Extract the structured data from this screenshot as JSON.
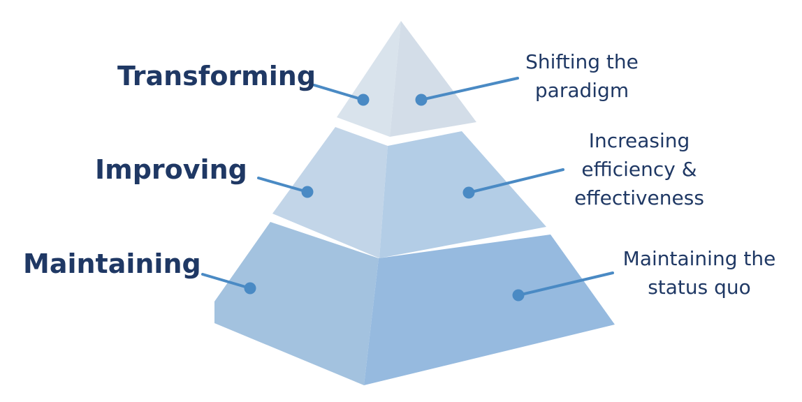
{
  "colors": {
    "text": "#1f3864",
    "connector": "#4a8ac4",
    "dot": "#4a8ac4",
    "top_left_face": "#d9e3ec",
    "top_right_face": "#d3dde8",
    "mid_left_face": "#c2d5e8",
    "mid_right_face": "#b3cde6",
    "bottom_left_face": "#a3c2df",
    "bottom_right_face": "#96badf"
  },
  "levels": [
    {
      "id": "transforming",
      "title": "Transforming",
      "description_lines": [
        "Shifting the",
        "paradigm"
      ]
    },
    {
      "id": "improving",
      "title": "Improving",
      "description_lines": [
        "Increasing",
        "efficiency &",
        "effectiveness"
      ]
    },
    {
      "id": "maintaining",
      "title": "Maintaining",
      "description_lines": [
        "Maintaining the",
        "status quo"
      ]
    }
  ]
}
